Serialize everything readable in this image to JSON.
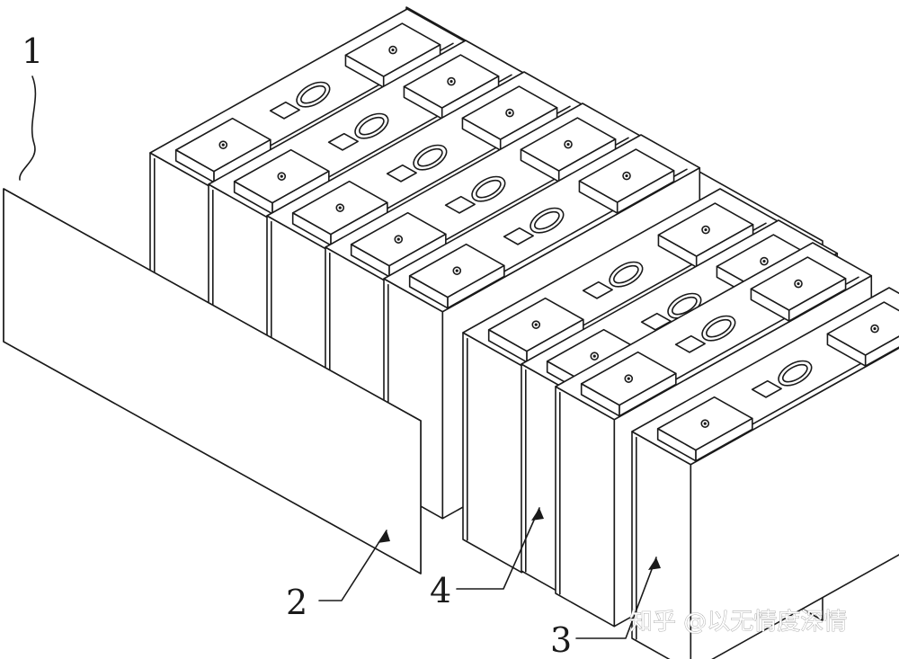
{
  "labels": {
    "label_1": "1",
    "label_2": "2",
    "label_3": "3",
    "label_4": "4"
  },
  "watermark": "知乎 @以无情度深情",
  "cell_count": 9,
  "colors": {
    "line": "#1a1a1a",
    "background": "#ffffff"
  }
}
